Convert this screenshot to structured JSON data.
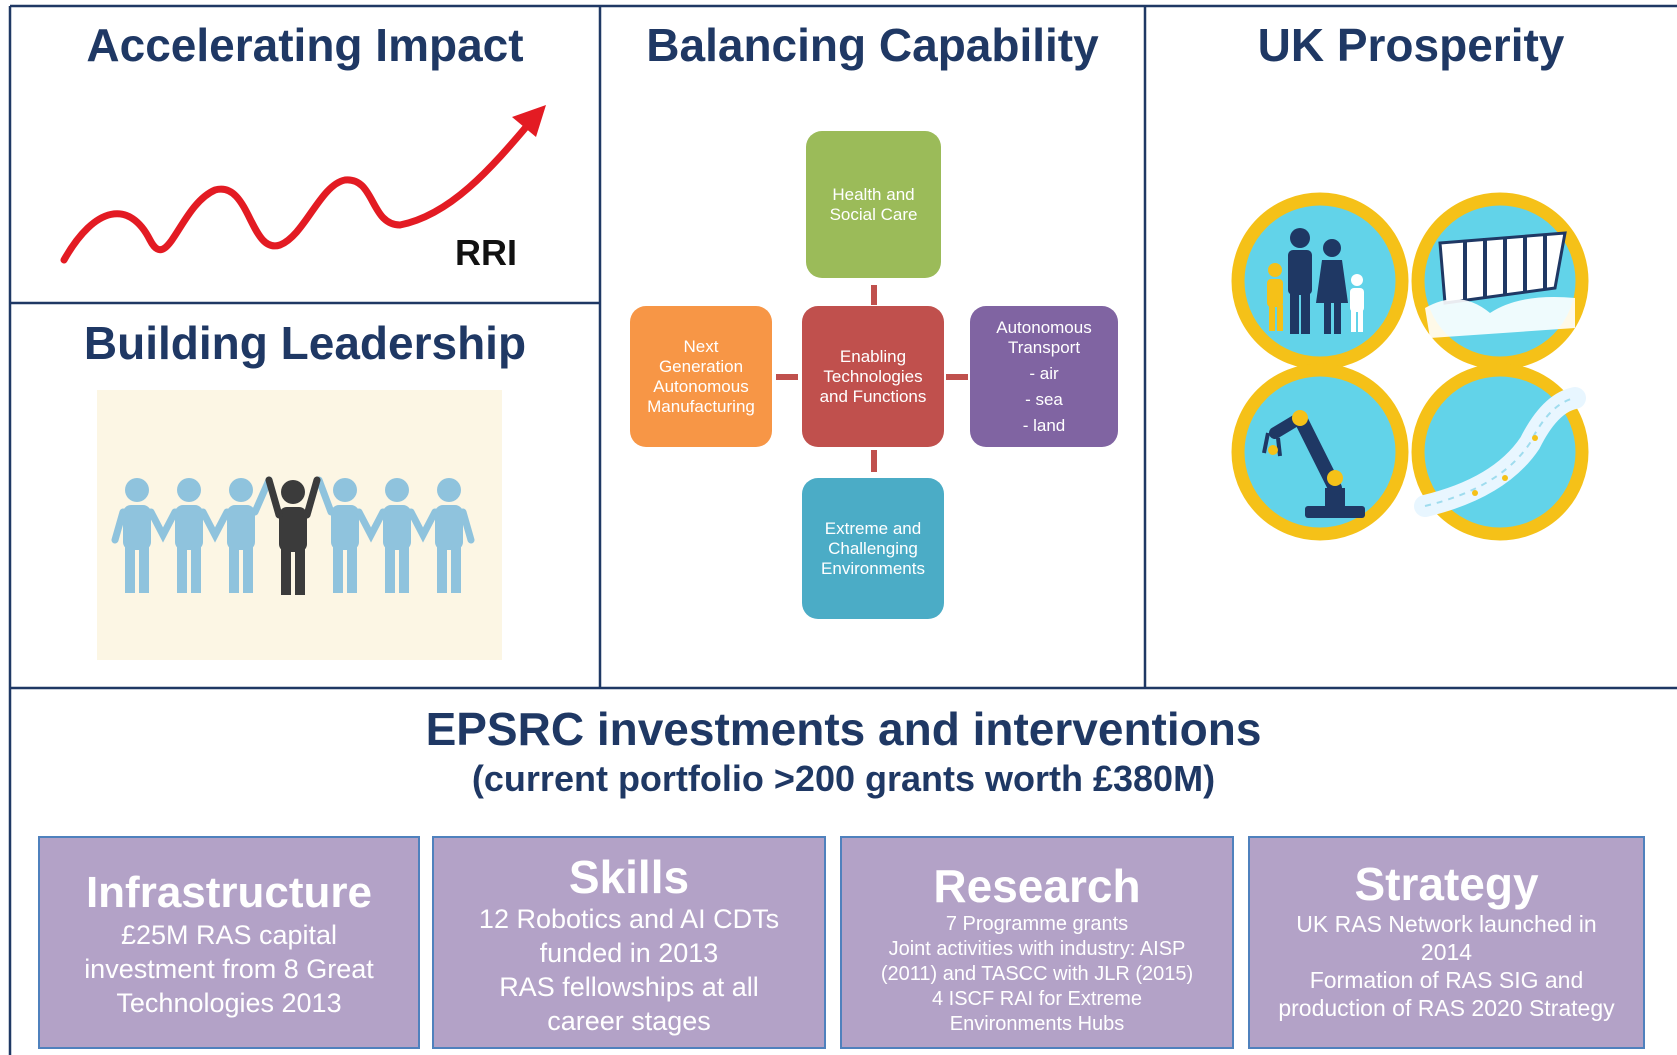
{
  "panels": {
    "accelerating_impact": {
      "title": "Accelerating Impact",
      "chart_label": "RRI"
    },
    "building_leadership": {
      "title": "Building Leadership"
    },
    "balancing_capability": {
      "title": "Balancing Capability",
      "center": [
        "Enabling",
        "Technologies",
        "and Functions"
      ],
      "top": [
        "Health and",
        "Social Care"
      ],
      "left": [
        "Next",
        "Generation",
        "Autonomous",
        "Manufacturing"
      ],
      "right": [
        "Autonomous",
        "Transport",
        "- air",
        "- sea",
        "- land"
      ],
      "bottom": [
        "Extreme and",
        "Challenging",
        "Environments"
      ]
    },
    "uk_prosperity": {
      "title": "UK Prosperity"
    }
  },
  "epsrc": {
    "title": "EPSRC investments and interventions",
    "subtitle": "(current portfolio >200 grants worth £380M)",
    "boxes": [
      {
        "title": "Infrastructure",
        "lines": [
          "£25M RAS capital",
          "investment from 8 Great",
          "Technologies 2013"
        ]
      },
      {
        "title": "Skills",
        "lines": [
          "12 Robotics and AI CDTs",
          "funded in 2013",
          "RAS fellowships at all",
          "career stages"
        ]
      },
      {
        "title": "Research",
        "lines": [
          "7 Programme grants",
          "Joint activities with industry: AISP",
          "(2011) and TASCC with JLR (2015)",
          "4 ISCF RAI for Extreme",
          "Environments Hubs"
        ]
      },
      {
        "title": "Strategy",
        "lines": [
          "UK RAS Network launched in",
          "2014",
          "Formation of RAS SIG and",
          "production of RAS 2020 Strategy"
        ]
      }
    ]
  },
  "colors": {
    "heading": "#1f3864",
    "frame": "#1f3864",
    "trend_line": "#e31b23",
    "health": "#9bbb59",
    "enabling": "#c0504d",
    "manufacturing": "#f79646",
    "transport": "#8064a2",
    "environments": "#4bacc6",
    "box_fill": "#b3a2c7",
    "box_border": "#4f81bd",
    "gold_ring": "#f5c118",
    "circle_fill": "#62d3e9"
  },
  "icons": [
    "trend-arrow-icon",
    "people-group-icon",
    "family-icon",
    "ship-icon",
    "robot-arm-icon",
    "road-icon"
  ]
}
